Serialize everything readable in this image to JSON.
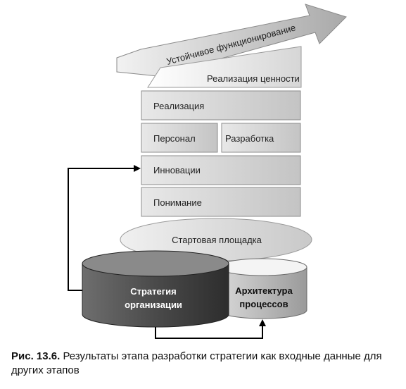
{
  "arrow_label": "Устойчивое функционирование",
  "layers": {
    "value": "Реализация ценности",
    "realization": "Реализация",
    "personnel": "Персонал",
    "development": "Разработка",
    "innovation": "Инновации",
    "understanding": "Понимание"
  },
  "platform_label": "Стартовая площадка",
  "strategy_cylinder": {
    "line1": "Стратегия",
    "line2": "организации"
  },
  "process_cylinder": {
    "line1": "Архитектура",
    "line2": "процессов"
  },
  "caption": {
    "number": "Рис. 13.6.",
    "text": "Результаты этапа разработки стратегии как входные данные для других этапов"
  }
}
